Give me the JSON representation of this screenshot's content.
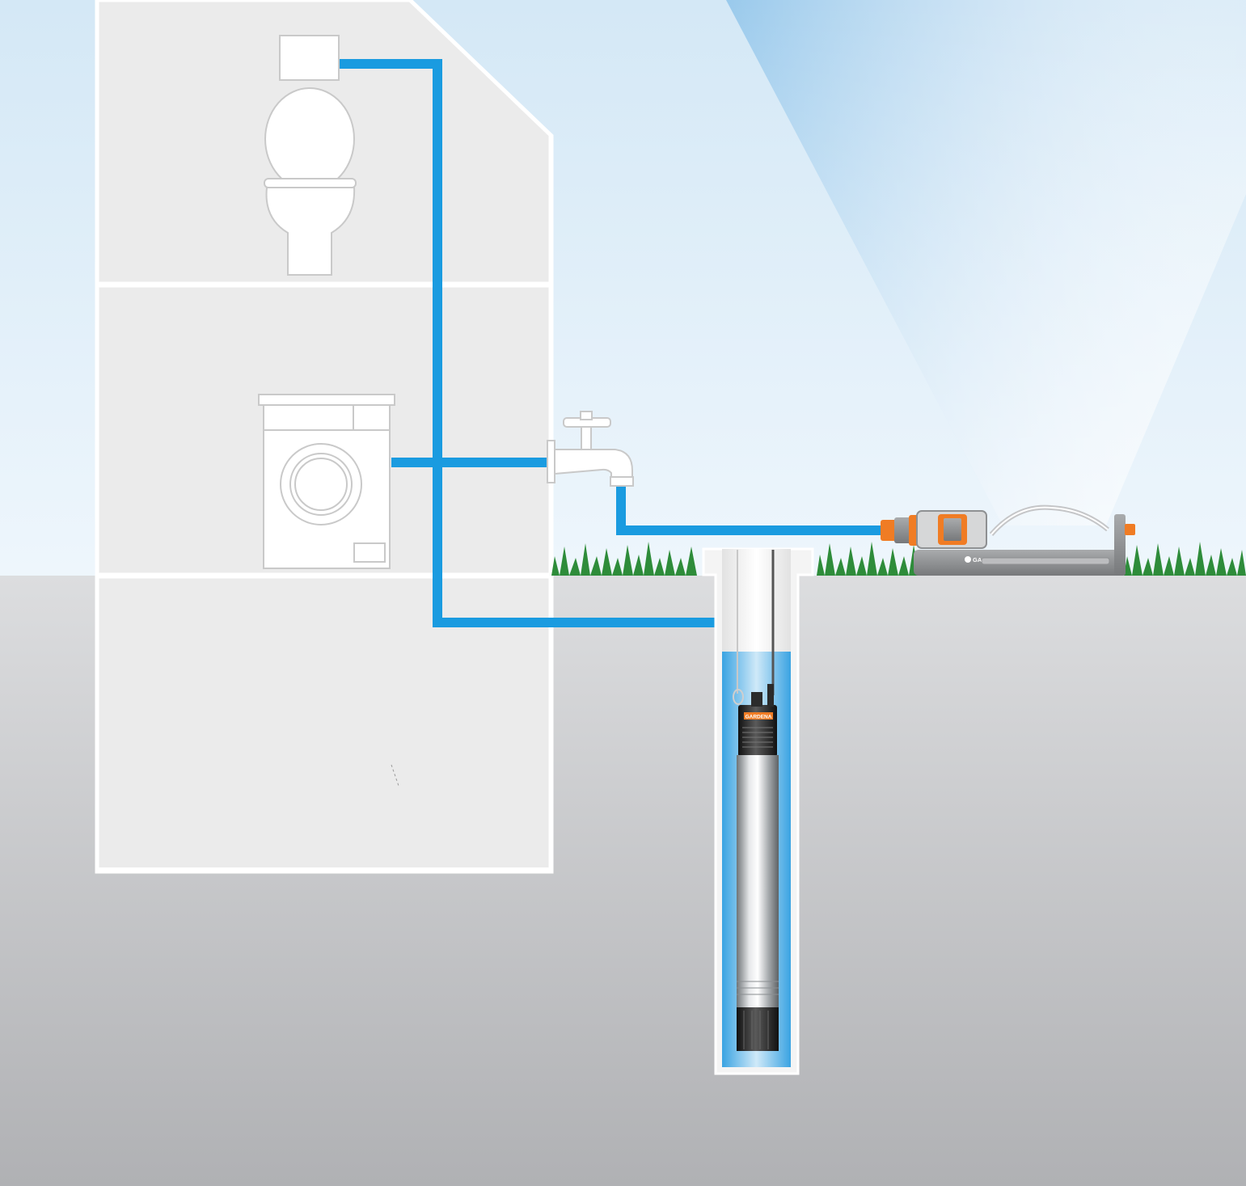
{
  "diagram": {
    "components": {
      "house": {
        "floors": 3
      },
      "toilet": {},
      "washing_machine": {},
      "outdoor_tap": {},
      "deep_well_pump": {
        "brand": "GARDENA"
      },
      "oscillating_sprinkler": {
        "brand": "GARDENA"
      },
      "borehole": {},
      "lawn": {}
    },
    "connections": [
      {
        "from": "deep_well_pump",
        "to": "house_riser"
      },
      {
        "from": "house_riser",
        "to": "toilet"
      },
      {
        "from": "house_riser",
        "to": "washing_machine"
      },
      {
        "from": "house_riser",
        "to": "outdoor_tap"
      },
      {
        "from": "outdoor_tap",
        "to": "oscillating_sprinkler"
      }
    ],
    "colors": {
      "pipe": "#1a9be0",
      "sky_top": "#d4e8f6",
      "ground_top": "#dcdddf",
      "ground_bottom": "#b0b1b4",
      "house_fill": "#ebebeb",
      "house_line": "#ffffff",
      "fixture_line": "#c9c9c9",
      "grass": "#2e8c3a",
      "brand_orange": "#f07c24",
      "pump_dark": "#2b2b2b",
      "water": "#4fb2ea"
    }
  }
}
